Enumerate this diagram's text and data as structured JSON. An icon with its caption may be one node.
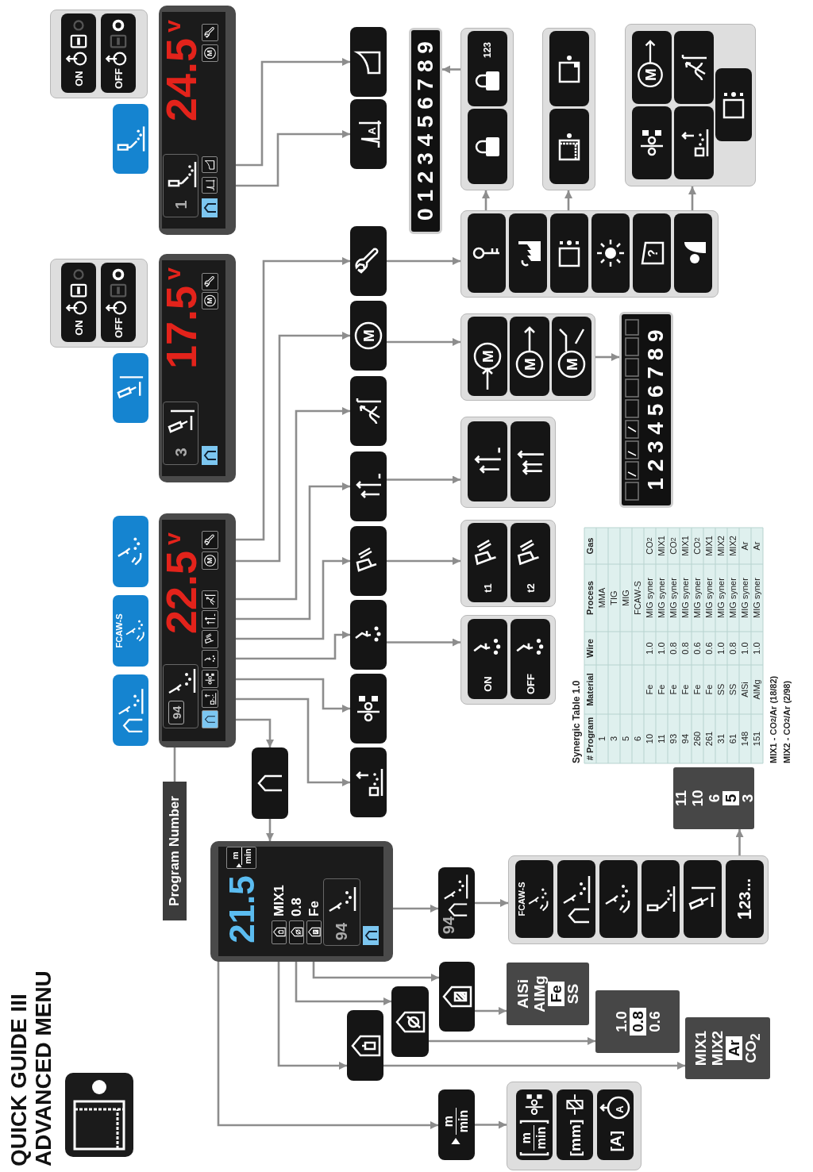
{
  "diagram": {
    "title": "QUICK GUIDE III ADVANCED MENU",
    "nodes": [
      {
        "text": [
          "Program Number"
        ]
      },
      {
        "text": [
          "22.5",
          "v"
        ]
      },
      {
        "text": [
          "94"
        ],
        "in": 1
      },
      {
        "text": [],
        "shape": "box",
        "in": 1
      },
      {
        "text": [],
        "shape": "box",
        "in": 1
      },
      {
        "text": [],
        "shape": "box",
        "in": 1
      },
      {
        "text": [],
        "shape": "box",
        "in": 1
      },
      {
        "text": [],
        "shape": "box",
        "in": 1
      },
      {
        "text": [],
        "shape": "box",
        "in": 1
      },
      {
        "text": [],
        "shape": "box",
        "in": 1
      },
      {
        "text": [
          "M"
        ],
        "in": 1
      },
      {
        "text": [],
        "shape": "box",
        "in": 1
      },
      {
        "text": [],
        "shape": "box"
      },
      {
        "text": [
          "FCAW-S"
        ]
      },
      {
        "text": [],
        "shape": "box"
      },
      {
        "text": [
          "17.5",
          "v"
        ]
      },
      {
        "text": [
          "3"
        ],
        "in": 15
      },
      {
        "text": [
          "M"
        ],
        "in": 15
      },
      {
        "text": [],
        "shape": "box",
        "in": 15
      },
      {
        "text": [],
        "shape": "box"
      },
      {
        "text": [],
        "shape": "box"
      },
      {
        "text": [
          "ON"
        ],
        "in": 20
      },
      {
        "text": [
          "OFF"
        ],
        "in": 20
      },
      {
        "text": [
          "24.5",
          "v"
        ]
      },
      {
        "text": [
          "1"
        ],
        "in": 23
      },
      {
        "text": [],
        "shape": "box",
        "in": 23
      },
      {
        "text": [],
        "shape": "box",
        "in": 23
      },
      {
        "text": [
          "M"
        ],
        "in": 23
      },
      {
        "text": [],
        "shape": "box",
        "in": 23
      },
      {
        "text": [],
        "shape": "box"
      },
      {
        "text": [],
        "shape": "box"
      },
      {
        "text": [
          "ON"
        ],
        "in": 30
      },
      {
        "text": [
          "OFF"
        ],
        "in": 30
      },
      {
        "text": [],
        "shape": "box"
      },
      {
        "text": [],
        "shape": "box"
      },
      {
        "text": [],
        "shape": "box"
      },
      {
        "text": [],
        "shape": "box"
      },
      {
        "text": [],
        "shape": "box"
      },
      {
        "text": [],
        "shape": "box"
      },
      {
        "text": [],
        "shape": "box"
      },
      {
        "text": [
          "M"
        ]
      },
      {
        "text": [],
        "shape": "box"
      },
      {
        "text": [
          "A"
        ]
      },
      {
        "text": [],
        "shape": "box"
      },
      {
        "text": [],
        "shape": "box"
      },
      {
        "text": [
          "ON"
        ],
        "in": 44
      },
      {
        "text": [
          "OFF"
        ],
        "in": 44
      },
      {
        "text": [],
        "shape": "box"
      },
      {
        "text": [
          "t1"
        ],
        "in": 47
      },
      {
        "text": [
          "t2"
        ],
        "in": 47
      },
      {
        "text": [],
        "shape": "box"
      },
      {
        "text": [],
        "shape": "box",
        "in": 50
      },
      {
        "text": [],
        "shape": "box",
        "in": 50
      },
      {
        "text": [],
        "shape": "box"
      },
      {
        "text": [
          "M"
        ],
        "in": 53
      },
      {
        "text": [
          "M"
        ],
        "in": 53
      },
      {
        "text": [
          "M"
        ],
        "in": 53
      },
      {
        "text": [],
        "shape": "box"
      },
      {
        "text": [],
        "shape": "box",
        "in": 57
      },
      {
        "text": [],
        "shape": "box",
        "in": 57
      },
      {
        "text": [],
        "shape": "box",
        "in": 57
      },
      {
        "text": [],
        "shape": "box",
        "in": 57
      },
      {
        "text": [
          "?"
        ],
        "in": 57
      },
      {
        "text": [],
        "shape": "box",
        "in": 57
      },
      {
        "text": [],
        "shape": "box"
      },
      {
        "text": [],
        "shape": "box",
        "in": 64
      },
      {
        "text": [
          "123"
        ],
        "in": 64
      },
      {
        "text": [],
        "shape": "box"
      },
      {
        "text": [],
        "shape": "box",
        "in": 67
      },
      {
        "text": [],
        "shape": "box",
        "in": 67
      },
      {
        "text": [],
        "shape": "box"
      },
      {
        "text": [],
        "shape": "box",
        "in": 70
      },
      {
        "text": [
          "M"
        ],
        "in": 70
      },
      {
        "text": [],
        "shape": "box",
        "in": 70
      },
      {
        "text": [],
        "shape": "box",
        "in": 70
      },
      {
        "text": [],
        "shape": "box",
        "in": 70
      },
      {
        "text": [
          "0 1 2 3 4 5 6 7 8 9"
        ]
      },
      {
        "text": [
          "1 2 3 4 5 6 7 8 9"
        ]
      },
      {
        "text": [
          "21.5",
          "MIX1",
          "0.8",
          "Fe"
        ]
      },
      {
        "text": [
          "m",
          "min"
        ],
        "in": 78
      },
      {
        "text": [],
        "shape": "box",
        "in": 78
      },
      {
        "text": [],
        "shape": "box",
        "in": 78
      },
      {
        "text": [],
        "shape": "box",
        "in": 78
      },
      {
        "text": [
          "94"
        ],
        "in": 78
      },
      {
        "text": [
          "94"
        ]
      },
      {
        "text": [],
        "shape": "box"
      },
      {
        "text": [
          "FCAW-S"
        ],
        "in": 85
      },
      {
        "text": [],
        "shape": "box",
        "in": 85
      },
      {
        "text": [],
        "shape": "box",
        "in": 85
      },
      {
        "text": [],
        "shape": "box",
        "in": 85
      },
      {
        "text": [],
        "shape": "box",
        "in": 85
      },
      {
        "text": [
          "1$^{23...}$"
        ],
        "in": 85
      },
      {
        "text": [
          "11",
          "10",
          "6",
          "5",
          "3"
        ]
      },
      {
        "text": [],
        "shape": "box"
      },
      {
        "text": [
          "AlSi",
          "AlMg",
          "Fe",
          "SS"
        ]
      },
      {
        "text": [],
        "shape": "box"
      },
      {
        "text": [
          "1.0",
          "0.8",
          "0.6"
        ]
      },
      {
        "text": [],
        "shape": "box"
      },
      {
        "text": [
          "MIX1",
          "MIX2",
          "Ar",
          "CO$_{2}$"
        ]
      },
      {
        "text": [
          "m",
          "min"
        ]
      },
      {
        "text": [],
        "shape": "box"
      },
      {
        "text": [
          "m",
          "min"
        ],
        "in": 100
      },
      {
        "text": [
          "[mm]"
        ],
        "in": 100
      },
      {
        "text": [
          "[A]",
          "A"
        ],
        "in": 100
      }
    ],
    "edges": [
      {
        "from": 0,
        "to": 2,
        "arrow": "to"
      },
      {
        "from": 3,
        "to": 33,
        "arrow": "to"
      },
      {
        "from": 33,
        "to": 78,
        "arrow": "to"
      },
      {
        "from": 4,
        "to": 34,
        "arrow": "to"
      },
      {
        "from": 5,
        "to": 35,
        "arrow": "to"
      },
      {
        "from": 6,
        "to": 36,
        "arrow": "to"
      },
      {
        "from": 7,
        "to": 37,
        "arrow": "to"
      },
      {
        "from": 8,
        "to": 38,
        "arrow": "to"
      },
      {
        "from": 9,
        "to": 39,
        "arrow": "to"
      },
      {
        "from": 10,
        "to": 40,
        "arrow": "to"
      },
      {
        "from": 11,
        "to": 41,
        "arrow": "to"
      },
      {
        "from": 36,
        "to": 44,
        "arrow": "to"
      },
      {
        "from": 37,
        "to": 47,
        "arrow": "to"
      },
      {
        "from": 38,
        "to": 50,
        "arrow": "to"
      },
      {
        "from": 40,
        "to": 53,
        "arrow": "to"
      },
      {
        "from": 53,
        "to": 77,
        "arrow": "to"
      },
      {
        "from": 41,
        "to": 57,
        "arrow": "to"
      },
      {
        "from": 58,
        "to": 64,
        "arrow": "to"
      },
      {
        "from": 60,
        "to": 67,
        "arrow": "to"
      },
      {
        "from": 63,
        "to": 70,
        "arrow": "to"
      },
      {
        "from": 66,
        "to": 76,
        "arrow": "to"
      },
      {
        "from": 28,
        "to": 42,
        "arrow": "to"
      },
      {
        "from": 26,
        "to": 43,
        "arrow": "to"
      },
      {
        "from": 83,
        "to": 84,
        "arrow": "to"
      },
      {
        "from": 84,
        "to": 85,
        "arrow": "to"
      },
      {
        "from": 91,
        "to": 92,
        "arrow": "to"
      },
      {
        "from": 82,
        "to": 93,
        "arrow": "to"
      },
      {
        "from": 81,
        "to": 95,
        "arrow": "to"
      },
      {
        "from": 80,
        "to": 97,
        "arrow": "to"
      },
      {
        "from": 93,
        "to": 94,
        "arrow": "to"
      },
      {
        "from": 95,
        "to": 96,
        "arrow": "to"
      },
      {
        "from": 97,
        "to": 98,
        "arrow": "to"
      },
      {
        "from": 79,
        "to": 99,
        "arrow": "to"
      },
      {
        "from": 99,
        "to": 100,
        "arrow": "to"
      }
    ],
    "labels": [
      "Synergic Table 1.0",
      "# Program",
      "Material",
      "Wire",
      "Process",
      "Gas",
      "1",
      "MMA",
      "3",
      "TIG",
      "5",
      "MIG",
      "6",
      "FCAW-S",
      "10",
      "Fe",
      "1.0",
      "MIG syner",
      "CO$_{2}$",
      "11",
      "Fe",
      "1.0",
      "MIG syner",
      "MIX1",
      "93",
      "Fe",
      "0.8",
      "MIG syner",
      "CO$_{2}$",
      "94",
      "Fe",
      "0.8",
      "MIG syner",
      "MIX1",
      "260",
      "Fe",
      "0.6",
      "MIG syner",
      "CO$_{2}$",
      "261",
      "Fe",
      "0.6",
      "MIG syner",
      "MIX1",
      "31",
      "SS",
      "1.0",
      "MIG syner",
      "MIX2",
      "61",
      "SS",
      "0.8",
      "MIG syner",
      "MIX2",
      "148",
      "AlSi",
      "1.0",
      "MIG syner",
      "Ar",
      "151",
      "AlMg",
      "1.0",
      "MIG syner",
      "Ar",
      "MIX1 - CO$_{2}$/Ar (18/82)",
      "MIX2 - CO$_{2}$/Ar (2/98)"
    ]
  }
}
